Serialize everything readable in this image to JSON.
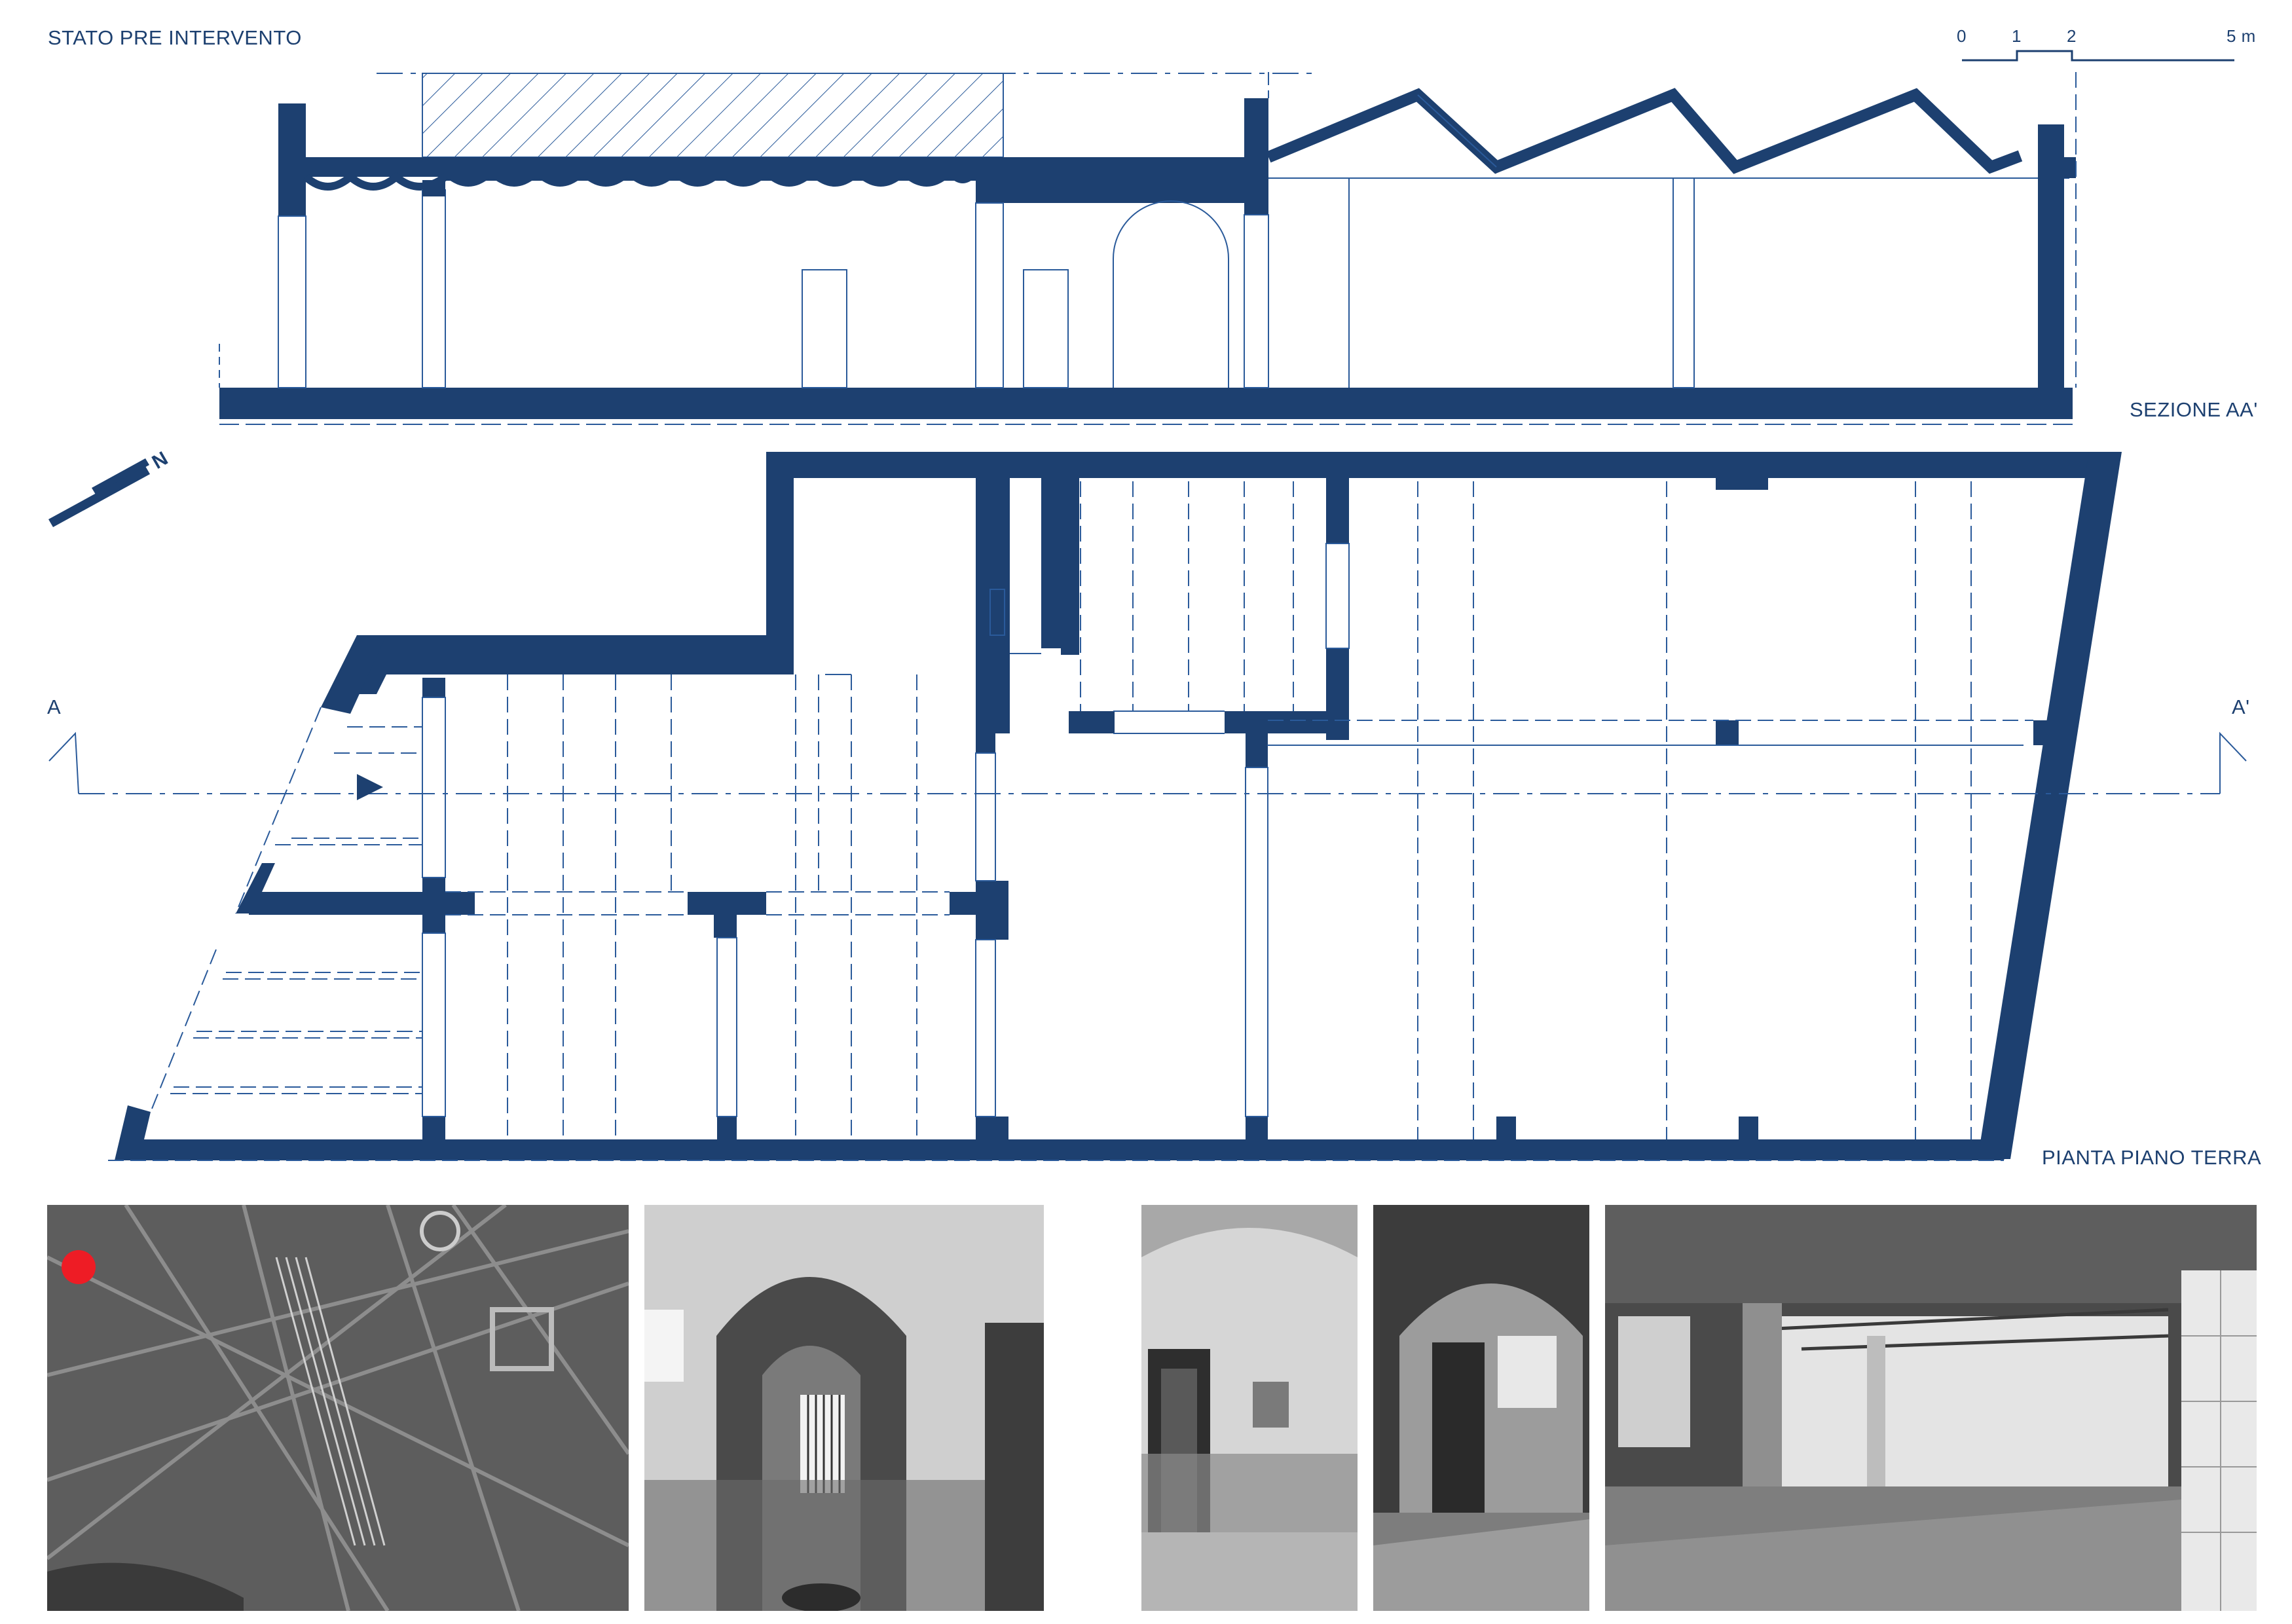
{
  "sheet": {
    "title": "STATO PRE INTERVENTO",
    "section_label": "SEZIONE AA'",
    "plan_label": "PIANTA PIANO TERRA",
    "section_marker_left": "A",
    "section_marker_right": "A'",
    "north_label": "N"
  },
  "scale_bar": {
    "ticks": [
      "0",
      "1",
      "2",
      "5 m"
    ]
  },
  "colors": {
    "wall": "#1d4070",
    "line": "#2a5a9a",
    "marker": "#ee1c25",
    "background": "#ffffff"
  },
  "icons": [
    "north-arrow-icon",
    "section-arrow-icon",
    "location-marker-icon"
  ],
  "photos": [
    {
      "name": "aerial-map-photo"
    },
    {
      "name": "arched-corridor-photo"
    },
    {
      "name": "vaulted-room-photo"
    },
    {
      "name": "arch-doorway-photo"
    },
    {
      "name": "collapsed-hall-photo"
    }
  ]
}
